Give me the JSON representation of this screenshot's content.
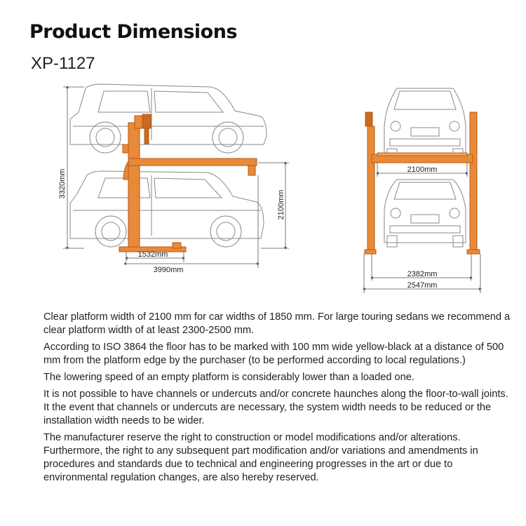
{
  "header": {
    "title": "Product Dimensions",
    "model": "XP-1127"
  },
  "side_view": {
    "height_label": "3320mm",
    "platform_height_label": "2100mm",
    "base_label": "1532mm",
    "length_label": "3990mm"
  },
  "front_view": {
    "platform_width_label": "2100mm",
    "inner_width_label": "2382mm",
    "outer_width_label": "2547mm"
  },
  "notes": [
    "Clear platform width of 2100 mm for car widths of 1850 mm. For large touring sedans we recommend a clear platform width of at least 2300-2500 mm.",
    "According to ISO 3864 the floor has to be marked with 100 mm wide yellow-black at a distance of 500 mm from the platform edge by the purchaser (to be performed according to local regulations.)",
    "The lowering speed of an empty platform is considerably lower than a loaded one.",
    "It is not possible to have channels or undercuts and/or concrete haunches along the floor-to-wall joints. It the event that channels or undercuts are necessary, the system width needs to be reduced or the installation width needs to be wider.",
    "The manufacturer reserve the right to construction or model modifications and/or alterations. Furthermore, the right to any subsequent part modification and/or variations and amendments in procedures and standards due to technical and engineering progresses in the art or due to environmental regulation changes, are also hereby reserved."
  ],
  "colors": {
    "lift_orange": "#e07b2a",
    "line_gray": "#777777",
    "dim_gray": "#555555"
  }
}
